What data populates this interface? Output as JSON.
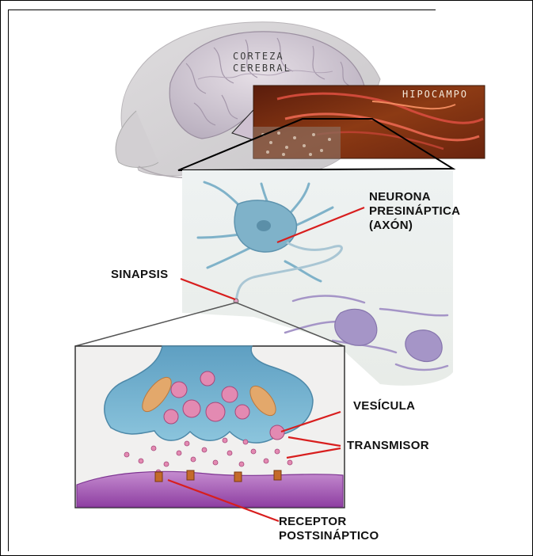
{
  "labels": {
    "cortex_line1": "CORTEZA",
    "cortex_line2": "CEREBRAL",
    "hippocampus": "HIPOCAMPO",
    "neuron_line1": "NEURONA",
    "neuron_line2": "PRESINÁPTICA",
    "neuron_line3": "(AXÓN)",
    "synapse": "SINAPSIS",
    "vesicle": "VESÍCULA",
    "transmitter": "TRANSMISOR",
    "receptor_line1": "RECEPTOR",
    "receptor_line2": "POSTSINÁPTICO"
  },
  "colors": {
    "leader_line": "#d81e1e",
    "brain": "#cfc6d4",
    "hippocampus": "#7a2a10",
    "neuron": "#7fb2c9",
    "terminal": "#78b6d4",
    "postsynaptic": "#b15bc0",
    "vesicle": "#e38ab2"
  }
}
